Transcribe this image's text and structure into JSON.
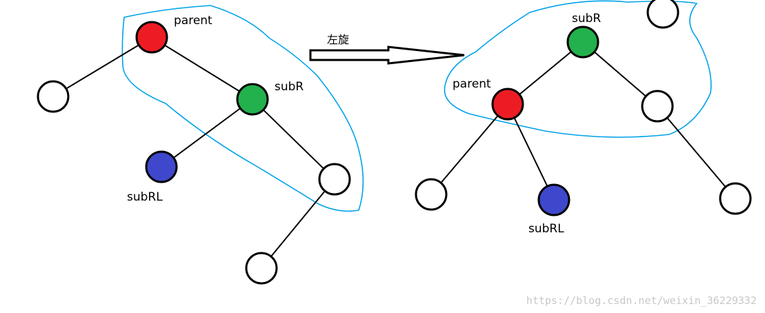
{
  "labels": {
    "parent": "parent",
    "subR": "subR",
    "subRL": "subRL",
    "rotate": "左旋"
  },
  "watermark": "https://blog.csdn.net/weixin_36229332",
  "colors": {
    "parent": "#ed1c24",
    "subR": "#22b14c",
    "subRL": "#3f48cc",
    "plain": "#ffffff",
    "outline": "#000000",
    "highlight": "#00a2e8",
    "watermark": "#c8c8c8"
  }
}
